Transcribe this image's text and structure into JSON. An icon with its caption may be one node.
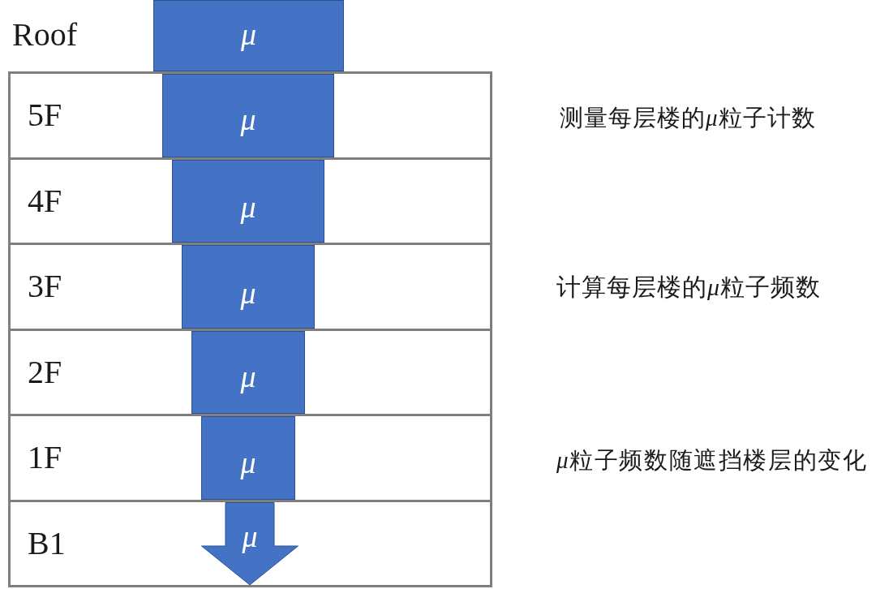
{
  "diagram": {
    "nodes": [
      {
        "text": [
          "μ"
        ]
      },
      {
        "text": [
          "5F"
        ]
      },
      {
        "text": [
          "μ"
        ],
        "in": 1
      },
      {
        "text": [
          "4F"
        ]
      },
      {
        "text": [
          "μ"
        ],
        "in": 3
      },
      {
        "text": [
          "3F"
        ]
      },
      {
        "text": [
          "μ"
        ],
        "in": 5
      },
      {
        "text": [
          "2F"
        ]
      },
      {
        "text": [
          "μ"
        ],
        "in": 7
      },
      {
        "text": [
          "1F"
        ]
      },
      {
        "text": [
          "μ"
        ],
        "in": 9
      },
      {
        "text": [
          "B1"
        ]
      },
      {
        "text": [
          "μ"
        ],
        "in": 11
      }
    ],
    "labels": [
      "Roof",
      "测量每层楼的μ粒子计数",
      "计算每层楼的μ粒子频数",
      "μ粒子频数随遮挡楼层的变化"
    ]
  }
}
